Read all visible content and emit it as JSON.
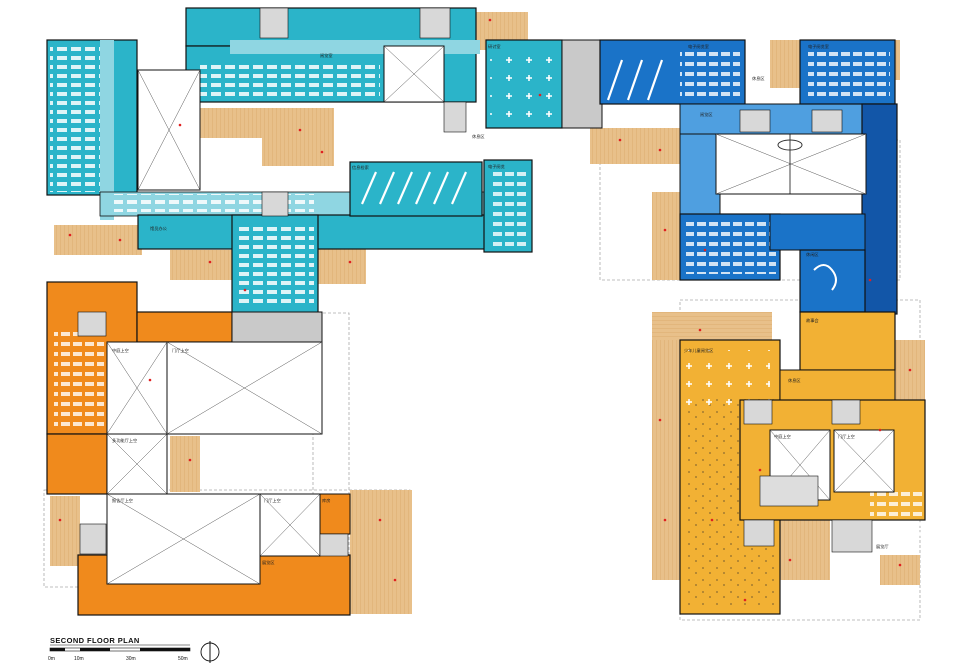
{
  "plan": {
    "title": "SECOND FLOOR PLAN",
    "scale_ticks": [
      "0m",
      "10m",
      "30m",
      "50m"
    ],
    "colors": {
      "teal": "#2bb4c9",
      "teal_light": "#8fd6e2",
      "blue": "#1a73c8",
      "blue_deep": "#1256a8",
      "blue_light": "#4f9fe0",
      "orange": "#f08a1c",
      "yellow": "#f2b134",
      "wood": "#e8c08a",
      "grey": "#c9c9c9",
      "red_dot": "#e02020"
    }
  },
  "labels": {
    "teal_reading": "阅览室",
    "teal_office": "馆员办公",
    "teal_study": "研讨室",
    "teal_info": "信息检索",
    "teal_hall": "休息区",
    "teal_elec": "电子阅览",
    "blue_e1": "电子阅览室",
    "blue_e2": "电子阅览室",
    "blue_rest": "休息区",
    "blue_read": "阅览区",
    "blue_lounge": "休闲区",
    "orange_void1": "中庭上空",
    "orange_void2": "门厅上空",
    "orange_void3": "报告厅上空",
    "orange_void4": "多功能厅上空",
    "orange_void5": "门厅上空",
    "orange_void6": "展览区",
    "orange_store": "库房",
    "yellow_kids": "少年儿童阅览区",
    "yellow_story": "故事会",
    "yellow_rest": "休息区",
    "yellow_void1": "中庭上空",
    "yellow_void2": "门厅上空",
    "yellow_hall": "展览厅"
  }
}
